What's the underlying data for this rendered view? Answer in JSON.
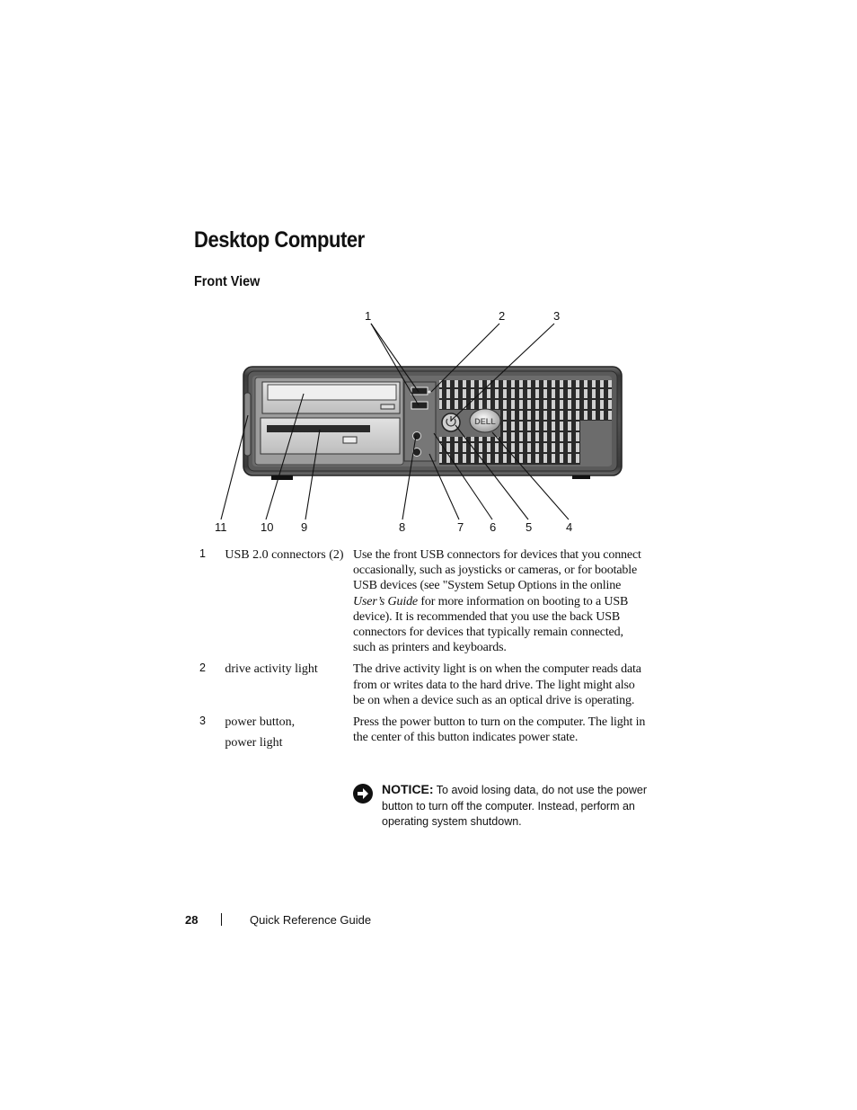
{
  "heading": "Desktop Computer",
  "subheading": "Front View",
  "figure": {
    "callouts_top": [
      "1",
      "2",
      "3"
    ],
    "callouts_bottom": [
      "11",
      "10",
      "9",
      "8",
      "7",
      "6",
      "5",
      "4"
    ],
    "logo_text": "DELL",
    "icons": [
      "optical-drive",
      "floppy-drive",
      "usb-port",
      "usb-port",
      "power-button",
      "headphone-jack",
      "microphone-jack",
      "dell-badge",
      "ventilation-grille"
    ]
  },
  "items": [
    {
      "num": "1",
      "name": "USB 2.0 connectors (2)",
      "desc_before": "Use the front USB connectors for devices that you connect occasionally, such as joysticks or cameras, or for bootable USB devices (see \"System Setup Options in the online ",
      "desc_italic": "User’s Guide",
      "desc_after": " for more information on booting to a USB device). It is recommended that you use the back USB connectors for devices that typically remain connected, such as printers and keyboards."
    },
    {
      "num": "2",
      "name": "drive activity light",
      "desc": "The drive activity light is on when the computer reads data from or writes data to the hard drive. The light might also be on when a device such as an optical drive is operating."
    },
    {
      "num": "3",
      "name_line1": "power button,",
      "name_line2": "power light",
      "desc": "Press the power button to turn on the computer. The light in the center of this button indicates power state."
    }
  ],
  "notice": {
    "label": "NOTICE:",
    "text": " To avoid losing data, do not use the power button to turn off the computer. Instead, perform an operating system shutdown."
  },
  "footer": {
    "page_number": "28",
    "guide_title": "Quick Reference Guide"
  }
}
